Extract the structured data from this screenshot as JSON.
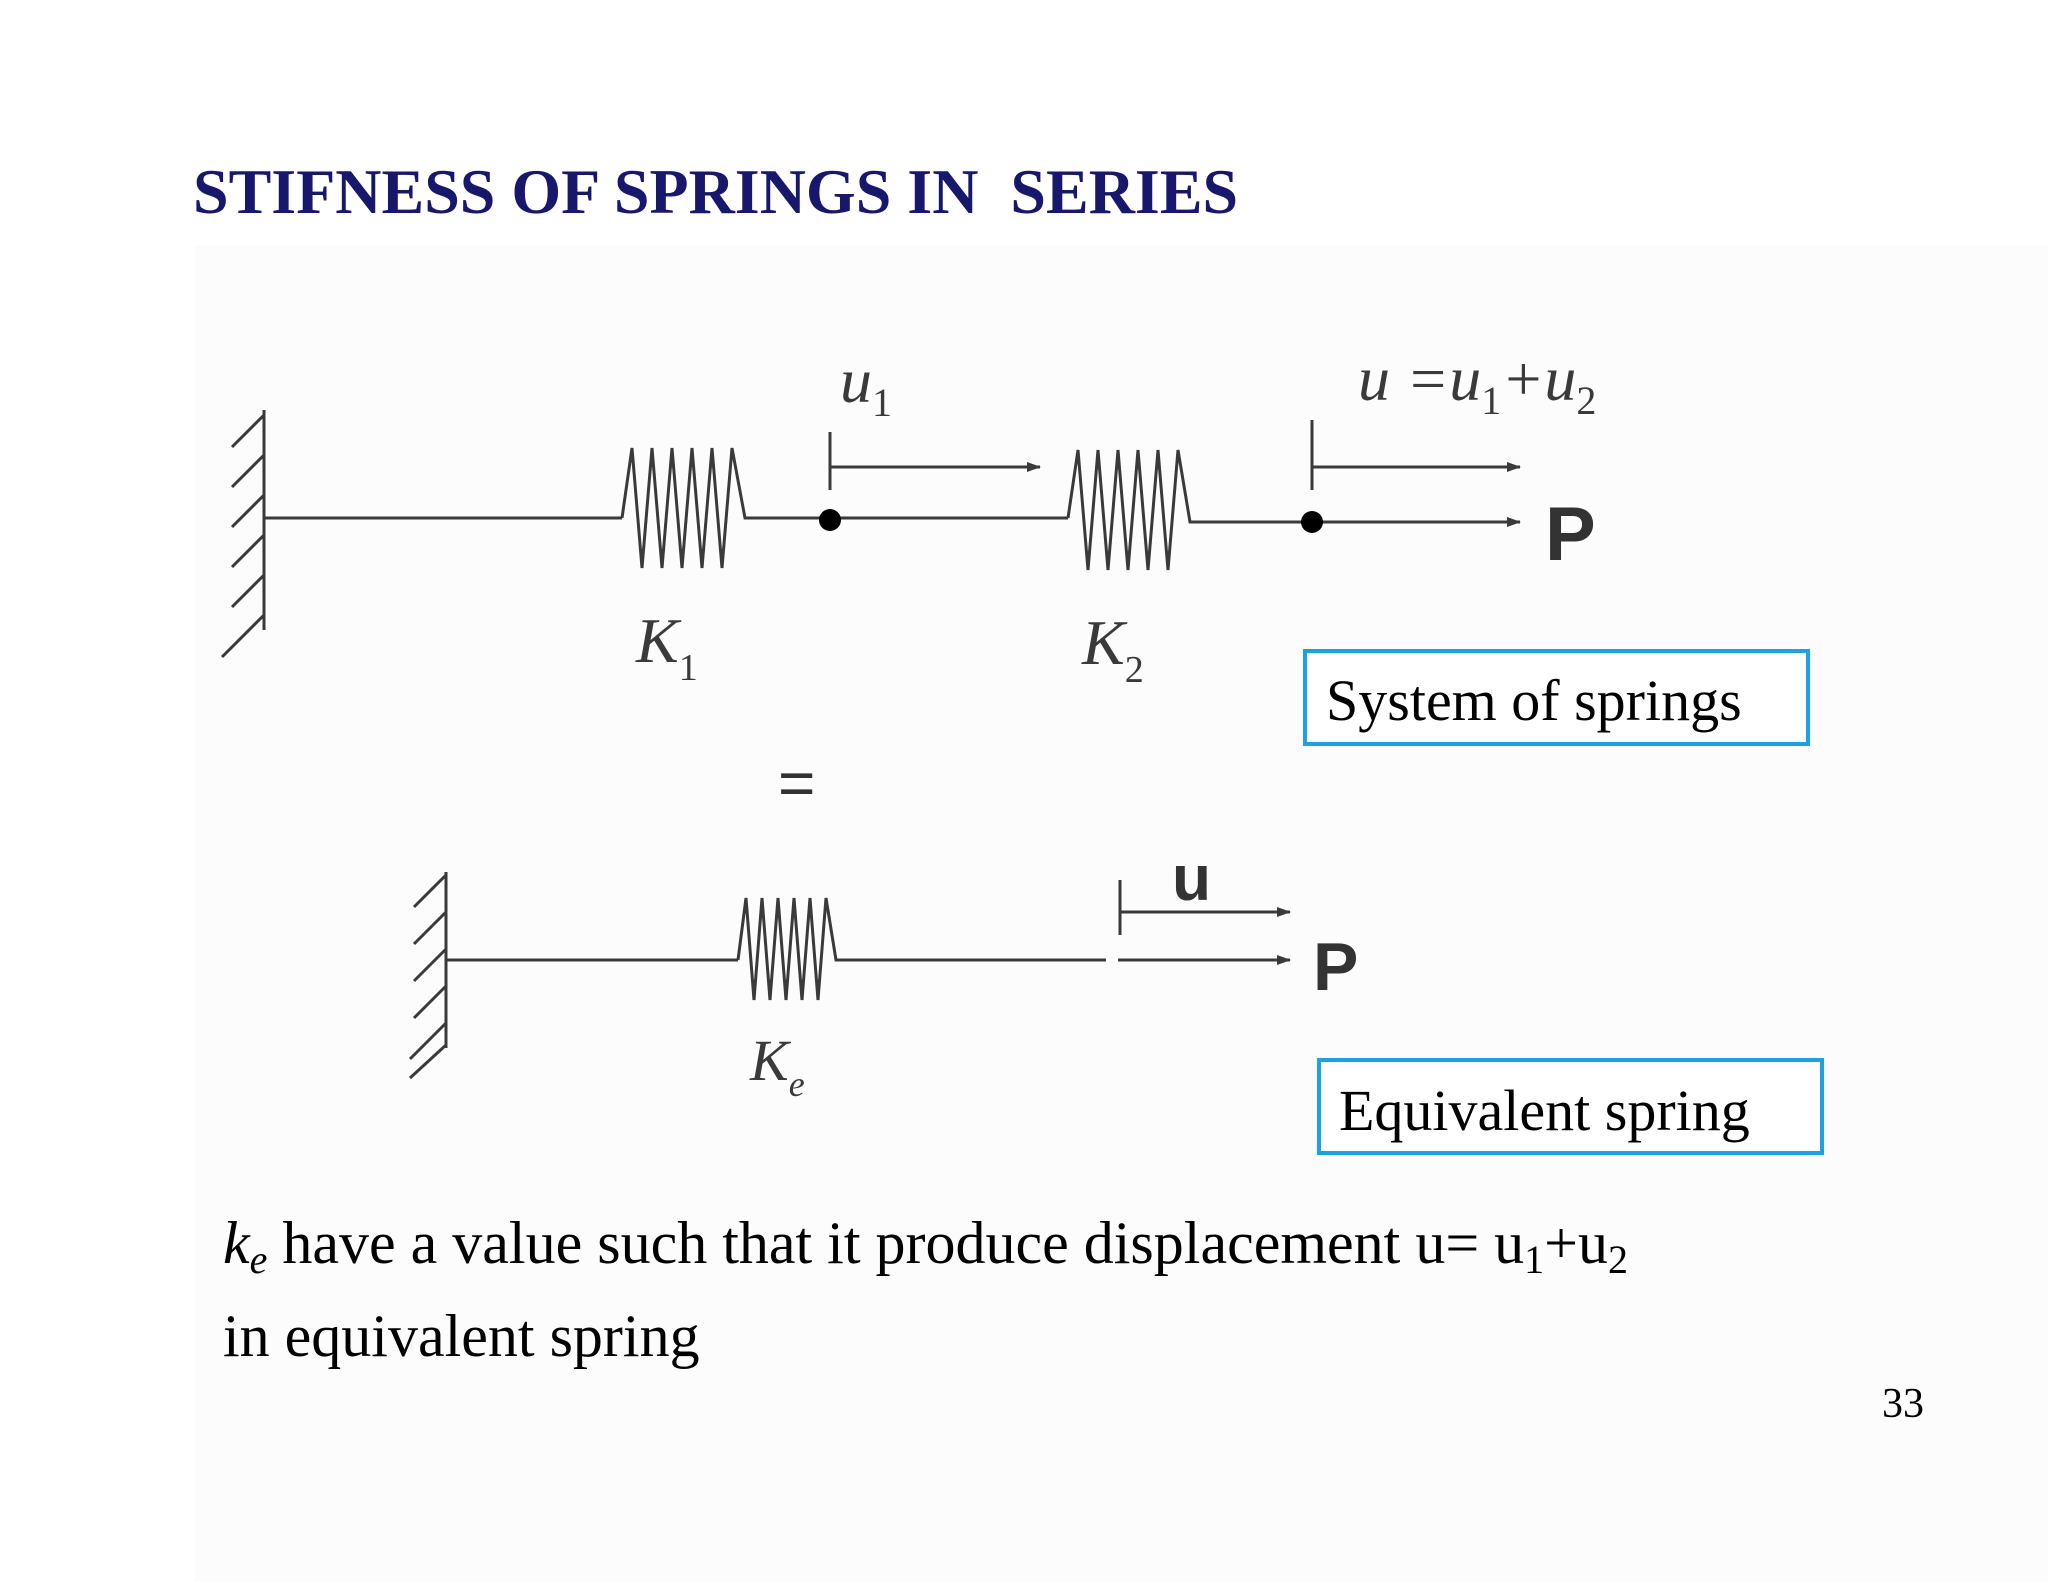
{
  "slide": {
    "title": "STIFNESS OF SPRINGS IN  SERIES",
    "page_number": "33"
  },
  "colors": {
    "title": "#17176b",
    "box_border": "#1aa3e0",
    "stroke": "#3a3a3a",
    "text": "#000000"
  },
  "diagram": {
    "system": {
      "spring1_label": "K",
      "spring1_sub": "1",
      "spring2_label": "K",
      "spring2_sub": "2",
      "disp1_label": "u",
      "disp1_sub": "1",
      "disp_total_label": "u =u",
      "disp_total_sub1": "1",
      "disp_total_plus": "+u",
      "disp_total_sub2": "2",
      "force_label": "P",
      "box_label": "System of springs"
    },
    "equals_sign": "=",
    "equivalent": {
      "spring_label": "K",
      "spring_sub": "e",
      "disp_label": "u",
      "force_label": "P",
      "box_label": "Equivalent spring"
    }
  },
  "caption": {
    "line1_k": "k",
    "line1_k_sub": "e",
    "line1_text": " have a value such that it produce displacement  u= u",
    "line1_sub1": "1",
    "line1_plus": "+u",
    "line1_sub2": "2",
    "line2_text": "in equivalent spring"
  }
}
